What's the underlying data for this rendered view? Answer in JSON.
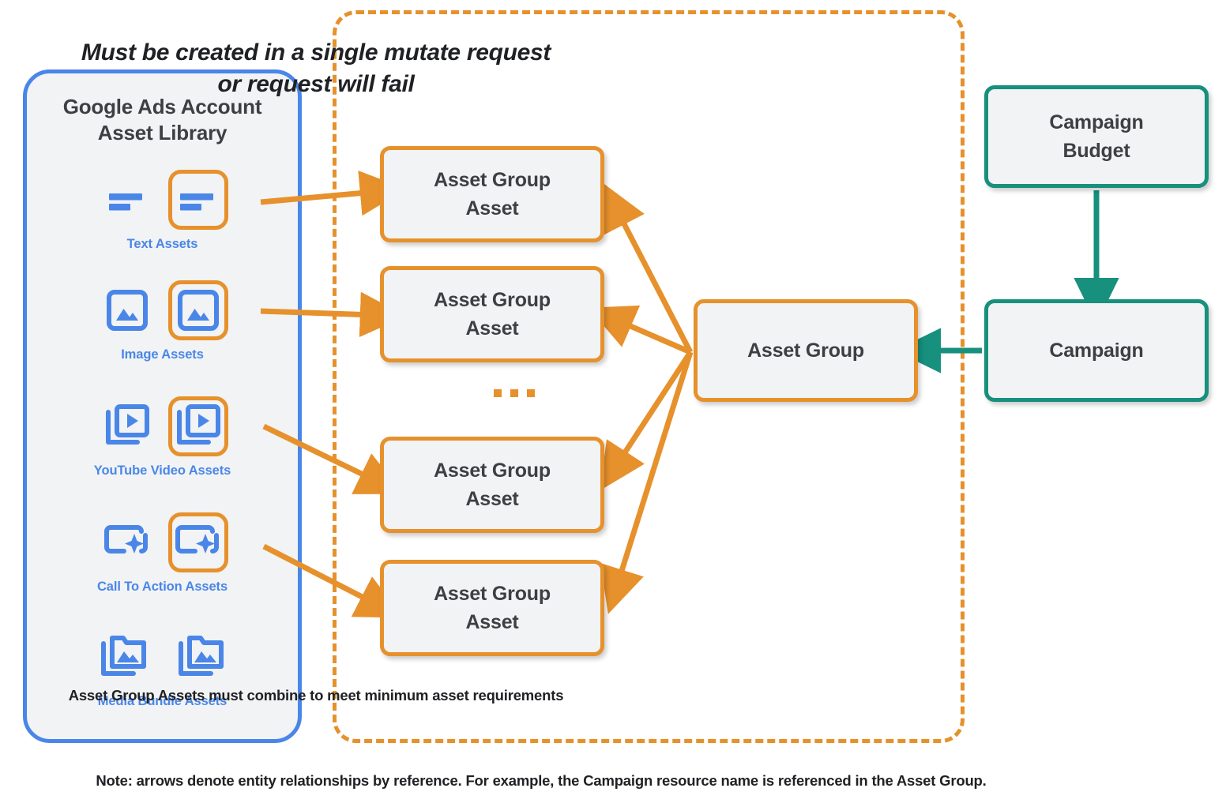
{
  "library": {
    "title": "Google Ads Account\nAsset Library",
    "title_line1": "Google Ads Account",
    "title_line2": "Asset Library",
    "border_color": "#4a86e8",
    "label_color": "#4a86e8",
    "rows": [
      {
        "caption": "Text Assets",
        "icon": "text-lines-icon",
        "icons": [
          {
            "name": "text-lines-icon",
            "selected": false
          },
          {
            "name": "text-lines-icon",
            "selected": true
          }
        ]
      },
      {
        "caption": "Image Assets",
        "icon": "image-icon",
        "icons": [
          {
            "name": "image-icon",
            "selected": false
          },
          {
            "name": "image-icon",
            "selected": true
          }
        ]
      },
      {
        "caption": "YouTube Video  Assets",
        "icon": "video-stack-icon",
        "icons": [
          {
            "name": "video-stack-icon",
            "selected": false
          },
          {
            "name": "video-stack-icon",
            "selected": true
          }
        ]
      },
      {
        "caption": "Call To Action Assets",
        "icon": "call-to-action-icon",
        "icons": [
          {
            "name": "call-to-action-icon",
            "selected": false
          },
          {
            "name": "call-to-action-icon",
            "selected": true
          }
        ]
      },
      {
        "caption": "Media Bundle  Assets",
        "icon": "media-bundle-icon",
        "icons": [
          {
            "name": "media-bundle-icon",
            "selected": false
          },
          {
            "name": "media-bundle-icon",
            "selected": false
          }
        ]
      }
    ]
  },
  "mutate_panel": {
    "headline_line1": "Must be created in a single mutate request",
    "headline_line2": "or request will fail",
    "footnote": "Asset Group Assets must combine to meet minimum asset requirements",
    "border_color": "#e6912c"
  },
  "nodes": {
    "asset_group_assets": [
      {
        "line1": "Asset Group",
        "line2": "Asset"
      },
      {
        "line1": "Asset Group",
        "line2": "Asset"
      },
      {
        "line1": "Asset Group",
        "line2": "Asset"
      },
      {
        "line1": "Asset Group",
        "line2": "Asset"
      }
    ],
    "asset_group": {
      "label": "Asset Group",
      "color": "#e6912c"
    },
    "campaign_budget": {
      "line1": "Campaign",
      "line2": "Budget",
      "color": "#17907e"
    },
    "campaign": {
      "label": "Campaign",
      "color": "#17907e"
    }
  },
  "ellipsis": {
    "glyph": "..."
  },
  "page_note": "Note: arrows denote entity relationships by reference. For example, the Campaign resource name is referenced in the Asset Group.",
  "colors": {
    "orange": "#e6912c",
    "teal": "#17907e",
    "blue": "#4a86e8",
    "node_fill": "#f1f3f4",
    "text_dark": "#3c4043"
  }
}
